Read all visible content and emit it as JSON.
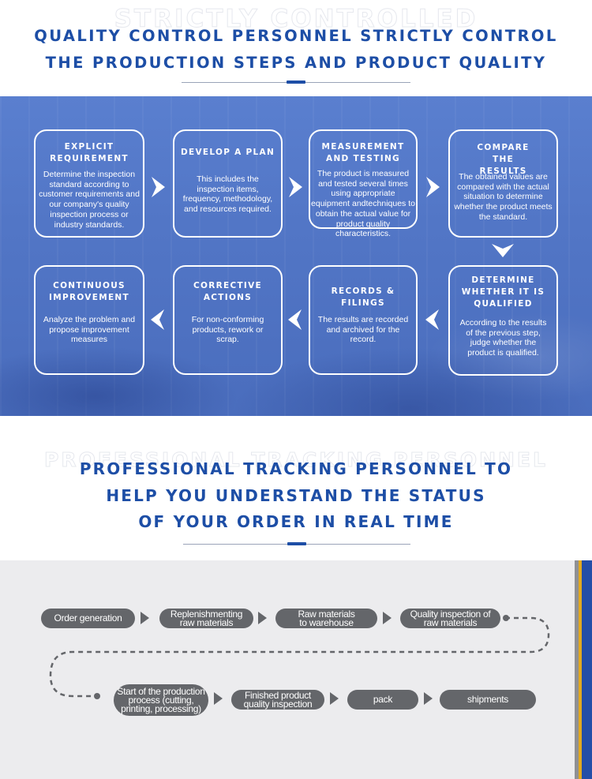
{
  "section1": {
    "ghost_text": "STRICTLY CONTROLLED",
    "title_line1": "QUALITY CONTROL PERSONNEL STRICTLY CONTROL",
    "title_line2": "THE PRODUCTION STEPS AND PRODUCT QUALITY"
  },
  "steps": [
    {
      "title": "EXPLICIT REQUIREMENT",
      "body": "Determine the inspection standard according to customer requirements and our company's quality inspection process or industry standards."
    },
    {
      "title": "DEVELOP A PLAN",
      "body": "This includes the inspection items, frequency, methodology, and resources required."
    },
    {
      "title": "MEASUREMENT AND TESTING",
      "body": "The product is measured and tested several times using appropriate equipment andtechniques to obtain the actual value for product quality characteristics."
    },
    {
      "title": "COMPARE THE RESULTS",
      "body": "The obtained values are compared with the actual situation to determine whether the product meets the standard."
    },
    {
      "title": "DETERMINE WHETHER IT IS QUALIFIED",
      "body": "According to the results of the previous step, judge whether the product is qualified."
    },
    {
      "title": "RECORDS & FILINGS",
      "body": "The results are recorded and archived for the record."
    },
    {
      "title": "CORRECTIVE ACTIONS",
      "body": "For non-conforming products, rework or scrap."
    },
    {
      "title": "CONTINUOUS IMPROVEMENT",
      "body": "Analyze the problem and propose improvement measures"
    }
  ],
  "section2": {
    "ghost_text": "PROFESSIONAL TRACKING PERSONNEL",
    "title_line1": "PROFESSIONAL TRACKING PERSONNEL TO",
    "title_line2": "HELP YOU UNDERSTAND THE STATUS",
    "title_line3": "OF YOUR ORDER IN REAL TIME"
  },
  "tracking": [
    "Order generation",
    "Replenishmenting raw materials",
    "Raw materials to warehouse",
    "Quality inspection of raw materials",
    "Start of the production process (cutting, printing, processing)",
    "Finished product quality inspection",
    "pack",
    "shipments"
  ],
  "colors": {
    "brand_blue": "#1d4ea6",
    "panel_blue": "#5276c6",
    "pill_gray": "#64666a",
    "accent_gold": "#e3a91e"
  }
}
